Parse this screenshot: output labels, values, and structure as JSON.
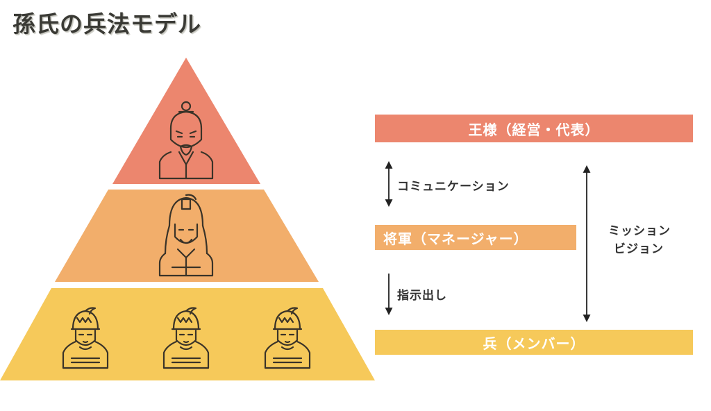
{
  "title": "孫氏の兵法モデル",
  "tiers": {
    "king": "王様（経営・代表）",
    "general": "将軍（マネージャー）",
    "soldier": "兵（メンバー）"
  },
  "flows": {
    "communication": "コミュニケーション",
    "orders": "指示出し",
    "mission_line1": "ミッション",
    "mission_line2": "ビジョン"
  },
  "colors": {
    "king": "#ec866e",
    "general": "#f2ae6b",
    "soldier": "#f6c95a"
  },
  "icons": {
    "king": "king-figure-icon",
    "general": "general-figure-icon",
    "soldier": "soldier-figure-icon"
  }
}
